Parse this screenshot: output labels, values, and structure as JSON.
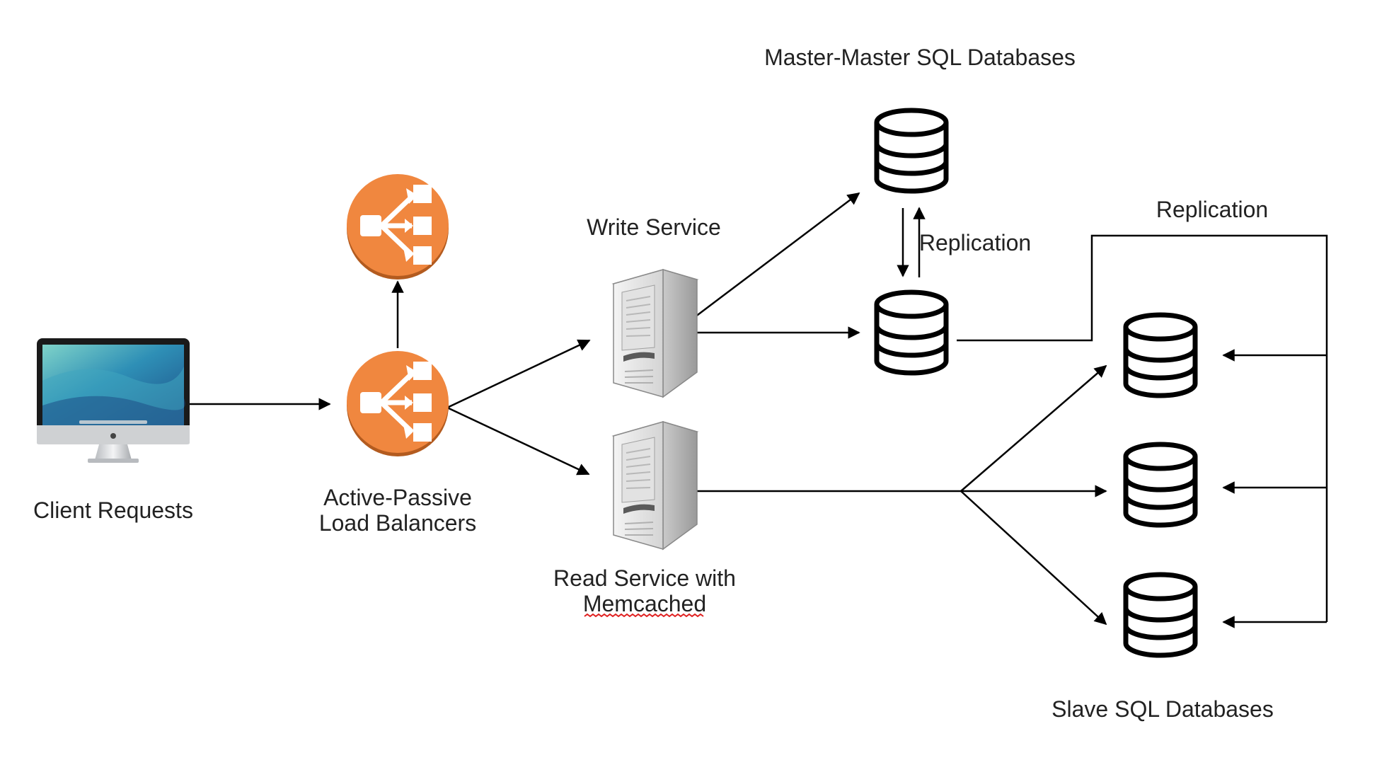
{
  "labels": {
    "client": "Client Requests",
    "lb_line1": "Active-Passive",
    "lb_line2": "Load Balancers",
    "write_service": "Write Service",
    "read_line1": "Read Service with",
    "read_line2": "Memcached",
    "master_dbs": "Master-Master SQL Databases",
    "replication_master": "Replication",
    "replication_slave": "Replication",
    "slave_dbs": "Slave SQL Databases"
  },
  "colors": {
    "load_balancer": "#F0873F",
    "load_balancer_dark": "#B35B1F",
    "spellcheck_underline": "#E02020"
  },
  "icons": {
    "client": "imac-computer-icon",
    "load_balancer": "load-balancer-icon",
    "server": "server-tower-icon",
    "database": "database-cylinder-icon"
  }
}
